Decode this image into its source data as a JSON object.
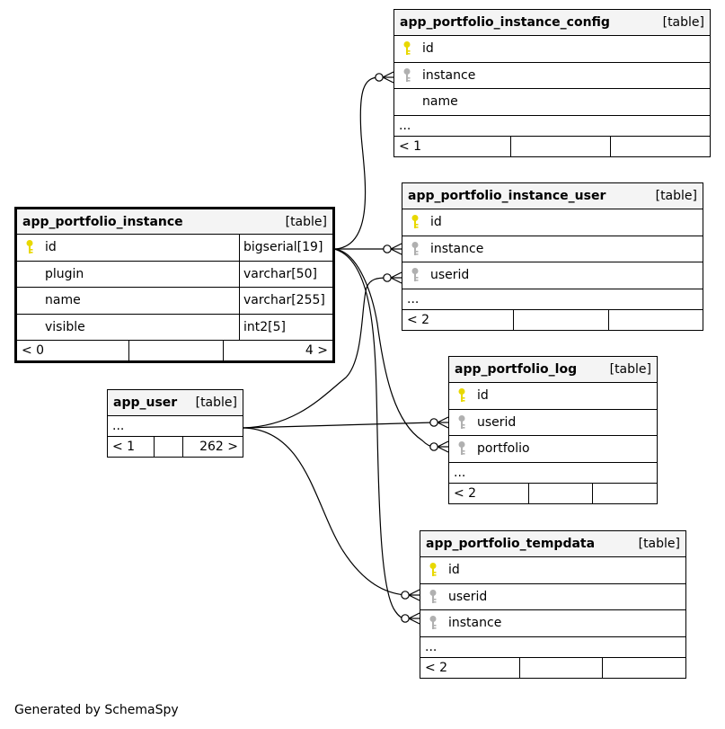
{
  "footer_text": "Generated by SchemaSpy",
  "colors": {
    "primary_key": "#e8d800",
    "foreign_key": "#b0b0b0",
    "header_bg": "#f4f4f4"
  },
  "tables": {
    "app_portfolio_instance_config": {
      "name": "app_portfolio_instance_config",
      "type": "[table]",
      "columns": [
        {
          "name": "id",
          "key": "pk"
        },
        {
          "name": "instance",
          "key": "fk"
        },
        {
          "name": "name",
          "key": ""
        }
      ],
      "ellipsis": "...",
      "footer": [
        "< 1",
        "",
        ""
      ]
    },
    "app_portfolio_instance_user": {
      "name": "app_portfolio_instance_user",
      "type": "[table]",
      "columns": [
        {
          "name": "id",
          "key": "pk"
        },
        {
          "name": "instance",
          "key": "fk"
        },
        {
          "name": "userid",
          "key": "fk"
        }
      ],
      "ellipsis": "...",
      "footer": [
        "< 2",
        "",
        ""
      ]
    },
    "app_portfolio_instance": {
      "name": "app_portfolio_instance",
      "type": "[table]",
      "columns": [
        {
          "name": "id",
          "key": "pk",
          "type": "bigserial[19]"
        },
        {
          "name": "plugin",
          "key": "",
          "type": "varchar[50]"
        },
        {
          "name": "name",
          "key": "",
          "type": "varchar[255]"
        },
        {
          "name": "visible",
          "key": "",
          "type": "int2[5]"
        }
      ],
      "footer": [
        "< 0",
        "",
        "4 >"
      ]
    },
    "app_portfolio_log": {
      "name": "app_portfolio_log",
      "type": "[table]",
      "columns": [
        {
          "name": "id",
          "key": "pk"
        },
        {
          "name": "userid",
          "key": "fk"
        },
        {
          "name": "portfolio",
          "key": "fk"
        }
      ],
      "ellipsis": "...",
      "footer": [
        "< 2",
        "",
        ""
      ]
    },
    "app_user": {
      "name": "app_user",
      "type": "[table]",
      "ellipsis": "...",
      "footer": [
        "< 1",
        "",
        "262 >"
      ]
    },
    "app_portfolio_tempdata": {
      "name": "app_portfolio_tempdata",
      "type": "[table]",
      "columns": [
        {
          "name": "id",
          "key": "pk"
        },
        {
          "name": "userid",
          "key": "fk"
        },
        {
          "name": "instance",
          "key": "fk"
        }
      ],
      "ellipsis": "...",
      "footer": [
        "< 2",
        "",
        ""
      ]
    }
  }
}
